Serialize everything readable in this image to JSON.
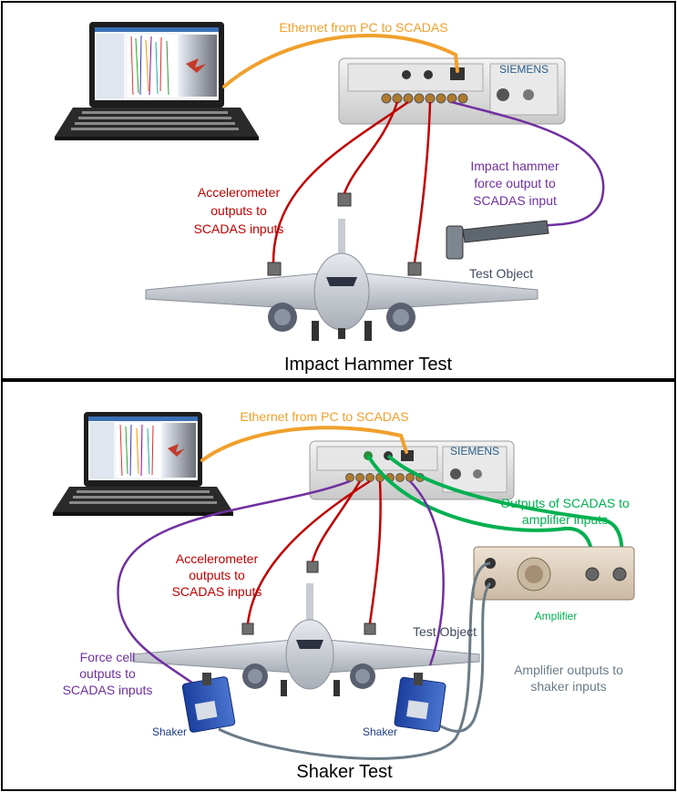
{
  "panels": {
    "top": {
      "caption": "Impact Hammer Test",
      "labels": {
        "ethernet": "Ethernet from PC to SCADAS",
        "accel_l1": "Accelerometer",
        "accel_l2": "outputs to",
        "accel_l3": "SCADAS inputs",
        "hammer_l1": "Impact hammer",
        "hammer_l2": "force output to",
        "hammer_l3": "SCADAS input",
        "test_object": "Test Object"
      }
    },
    "bottom": {
      "caption": "Shaker Test",
      "labels": {
        "ethernet": "Ethernet from PC to SCADAS",
        "outputs_l1": "Outputs of SCADAS to",
        "outputs_l2": "amplifier inputs",
        "accel_l1": "Accelerometer",
        "accel_l2": "outputs to",
        "accel_l3": "SCADAS inputs",
        "amplifier": "Amplifier",
        "test_object": "Test Object",
        "force_l1": "Force cell",
        "force_l2": "outputs to",
        "force_l3": "SCADAS inputs",
        "ampout_l1": "Amplifier outputs to",
        "ampout_l2": "shaker inputs",
        "shaker_left": "Shaker",
        "shaker_right": "Shaker"
      }
    }
  },
  "device_brand": "SIEMENS",
  "colors": {
    "ethernet": "#f0a02c",
    "accelerometer": "#c00000",
    "hammer": "#7030a0",
    "amplifier_link": "#00b050",
    "shaker_cable": "#6b7b86",
    "shaker_label": "#1f3b8a"
  }
}
